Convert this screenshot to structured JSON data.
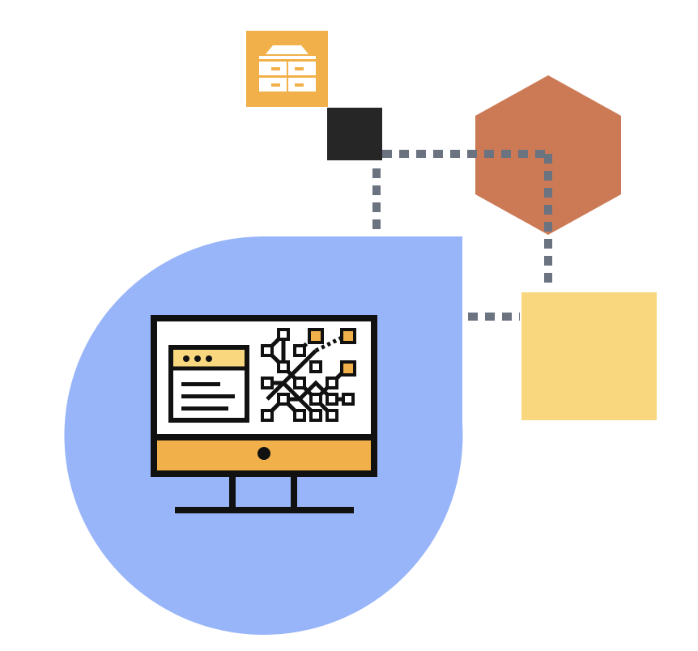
{
  "diagram": {
    "description_free": true,
    "nodes": [
      {
        "id": "cabinet",
        "shape": "square",
        "icon": "filing-cabinet-icon",
        "color": "#F2B04A"
      },
      {
        "id": "hub",
        "shape": "square",
        "color": "#262626"
      },
      {
        "id": "hexagon",
        "shape": "hexagon",
        "color": "#CB7A55"
      },
      {
        "id": "yellow-square",
        "shape": "square",
        "color": "#F8D77E"
      },
      {
        "id": "drop",
        "shape": "drop",
        "icon": "monitor-network-icon",
        "color": "#99B5F9"
      }
    ],
    "connectors": [
      {
        "from": "hub",
        "to": "hexagon",
        "style": "dotted"
      },
      {
        "from": "hub",
        "to": "drop",
        "style": "dotted"
      },
      {
        "from": "hexagon",
        "to": "yellow-square",
        "style": "dotted"
      },
      {
        "from": "drop",
        "to": "yellow-square",
        "style": "dotted"
      }
    ],
    "colors": {
      "connector": "#6B7280",
      "outline": "#111111",
      "accent": "#F2B04A",
      "screen_bg": "#FFFFFF",
      "window_header": "#F8D77E"
    }
  }
}
